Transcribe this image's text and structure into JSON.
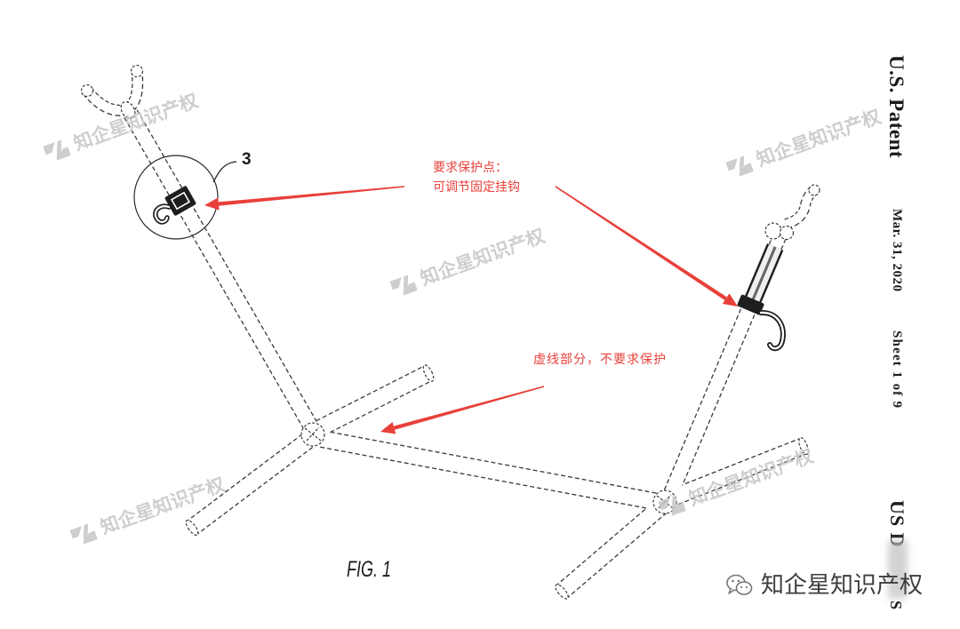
{
  "sheet_header": {
    "patent_title": "U.S. Patent",
    "date": "Mar. 31, 2020",
    "sheet": "Sheet 1 of 9",
    "patent_number_visible_prefix": "US D",
    "patent_number_visible_suffix": "S"
  },
  "figure": {
    "label": "FIG. 1",
    "reference_numeral": "3"
  },
  "annotations": {
    "claimed_heading": "要求保护点：",
    "claimed_part": "可调节固定挂钩",
    "unclaimed_note": "虚线部分，不要求保护",
    "color": "#e8403a"
  },
  "watermark": {
    "text": "知企星知识产权",
    "icon": "zhiqixing-logo-icon",
    "color": "#c6c6c6"
  },
  "footer": {
    "brand_icon": "wechat-icon",
    "brand_text": "知企星知识产权"
  }
}
